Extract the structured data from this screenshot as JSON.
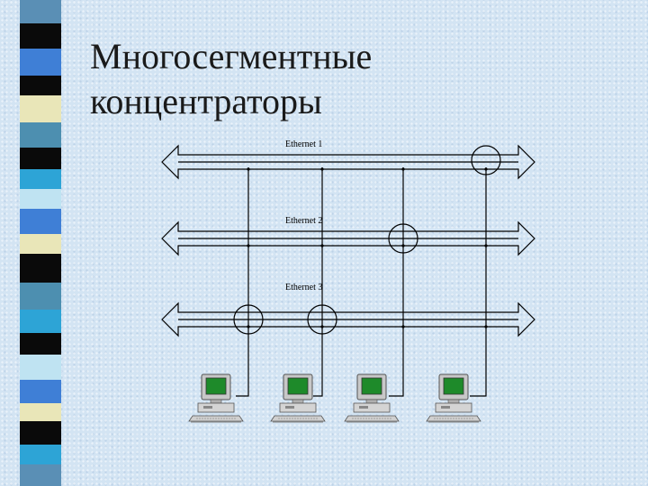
{
  "slide": {
    "title_line1": "Многосегментные",
    "title_line2": "концентраторы"
  },
  "diagram": {
    "buses": [
      {
        "label": "Ethernet 1"
      },
      {
        "label": "Ethernet 2"
      },
      {
        "label": "Ethernet 3"
      }
    ],
    "computers": 4,
    "connections": [
      {
        "computer": 1,
        "bus": 3
      },
      {
        "computer": 2,
        "bus": 3
      },
      {
        "computer": 3,
        "bus": 2
      },
      {
        "computer": 4,
        "bus": 1
      }
    ],
    "colors": {
      "screen": "#1e8a2a",
      "monitor": "#c8c8c8",
      "line": "#000000"
    }
  }
}
